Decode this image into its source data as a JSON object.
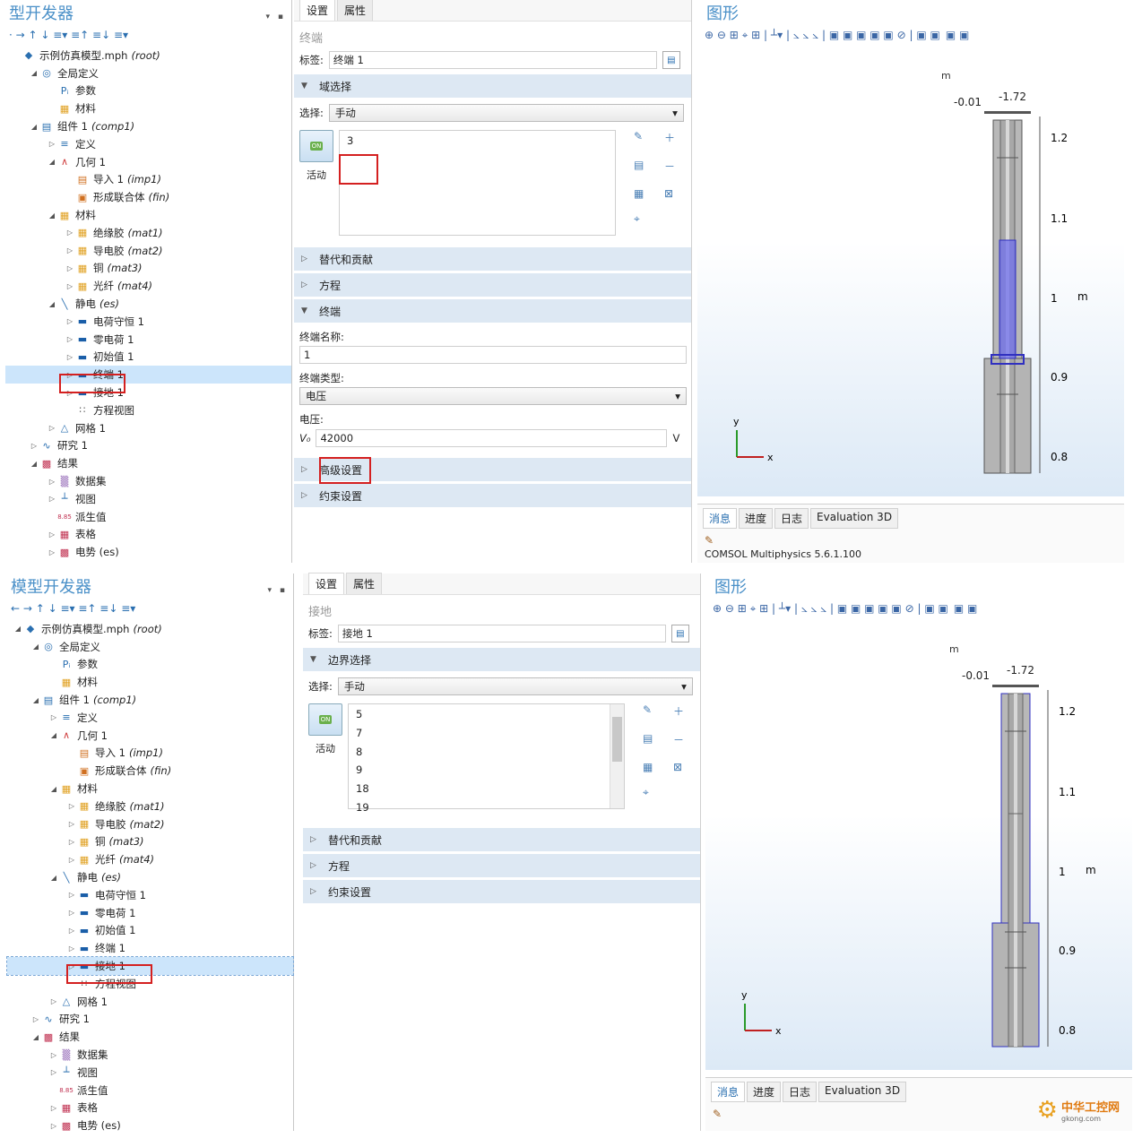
{
  "top": {
    "panel_title": "型开发器",
    "toolbar": "· → ↑ ↓ ≡▾ ≡↑ ≡↓ ≡▾",
    "tree": [
      {
        "d": 0,
        "e": "",
        "icon": "◆",
        "ic": "#2a6fb0",
        "label": "示例仿真模型.mph",
        "tag": "(root)"
      },
      {
        "d": 1,
        "e": "◢",
        "icon": "◎",
        "ic": "#2a6fb0",
        "label": "全局定义",
        "tag": ""
      },
      {
        "d": 2,
        "e": "",
        "icon": "Pᵢ",
        "ic": "#2a6fb0",
        "label": "参数",
        "tag": ""
      },
      {
        "d": 2,
        "e": "",
        "icon": "▦",
        "ic": "#e0a020",
        "label": "材料",
        "tag": ""
      },
      {
        "d": 1,
        "e": "◢",
        "icon": "▤",
        "ic": "#2a6fb0",
        "label": "组件 1",
        "tag": "(comp1)"
      },
      {
        "d": 2,
        "e": "▷",
        "icon": "≡",
        "ic": "#2a6fb0",
        "label": "定义",
        "tag": ""
      },
      {
        "d": 2,
        "e": "◢",
        "icon": "∧",
        "ic": "#d04040",
        "label": "几何 1",
        "tag": ""
      },
      {
        "d": 3,
        "e": "",
        "icon": "▤",
        "ic": "#d07020",
        "label": "导入 1",
        "tag": "(imp1)"
      },
      {
        "d": 3,
        "e": "",
        "icon": "▣",
        "ic": "#d07020",
        "label": "形成联合体",
        "tag": "(fin)"
      },
      {
        "d": 2,
        "e": "◢",
        "icon": "▦",
        "ic": "#e0a020",
        "label": "材料",
        "tag": ""
      },
      {
        "d": 3,
        "e": "▷",
        "icon": "▦",
        "ic": "#e0a020",
        "label": "绝缘胶",
        "tag": "(mat1)"
      },
      {
        "d": 3,
        "e": "▷",
        "icon": "▦",
        "ic": "#e0a020",
        "label": "导电胶",
        "tag": "(mat2)"
      },
      {
        "d": 3,
        "e": "▷",
        "icon": "▦",
        "ic": "#e0a020",
        "label": "铜",
        "tag": "(mat3)"
      },
      {
        "d": 3,
        "e": "▷",
        "icon": "▦",
        "ic": "#e0a020",
        "label": "光纤",
        "tag": "(mat4)"
      },
      {
        "d": 2,
        "e": "◢",
        "icon": "╲",
        "ic": "#2a6fb0",
        "label": "静电",
        "tag": "(es)"
      },
      {
        "d": 3,
        "e": "▷",
        "icon": "▬",
        "ic": "#1a5ea8",
        "label": "电荷守恒 1",
        "tag": ""
      },
      {
        "d": 3,
        "e": "▷",
        "icon": "▬",
        "ic": "#1a5ea8",
        "label": "零电荷 1",
        "tag": ""
      },
      {
        "d": 3,
        "e": "▷",
        "icon": "▬",
        "ic": "#1a5ea8",
        "label": "初始值 1",
        "tag": ""
      },
      {
        "d": 3,
        "e": "▷",
        "icon": "▬",
        "ic": "#1a5ea8",
        "label": "终端 1",
        "tag": "",
        "sel": 1
      },
      {
        "d": 3,
        "e": "▷",
        "icon": "▬",
        "ic": "#1a5ea8",
        "label": "接地 1",
        "tag": ""
      },
      {
        "d": 3,
        "e": "",
        "icon": "∷",
        "ic": "#555",
        "label": "方程视图",
        "tag": ""
      },
      {
        "d": 2,
        "e": "▷",
        "icon": "△",
        "ic": "#2a6fb0",
        "label": "网格 1",
        "tag": ""
      },
      {
        "d": 1,
        "e": "▷",
        "icon": "∿",
        "ic": "#2a6fb0",
        "label": "研究 1",
        "tag": ""
      },
      {
        "d": 1,
        "e": "◢",
        "icon": "▩",
        "ic": "#c03050",
        "label": "结果",
        "tag": ""
      },
      {
        "d": 2,
        "e": "▷",
        "icon": "▒",
        "ic": "#8a5ab0",
        "label": "数据集",
        "tag": ""
      },
      {
        "d": 2,
        "e": "▷",
        "icon": "┴",
        "ic": "#2a6fb0",
        "label": "视图",
        "tag": ""
      },
      {
        "d": 2,
        "e": "",
        "icon": "8.85",
        "ic": "#c03050",
        "label": "派生值",
        "tag": ""
      },
      {
        "d": 2,
        "e": "▷",
        "icon": "▦",
        "ic": "#c03050",
        "label": "表格",
        "tag": ""
      },
      {
        "d": 2,
        "e": "▷",
        "icon": "▩",
        "ic": "#c03050",
        "label": "电势 (es)",
        "tag": ""
      }
    ],
    "tabs": [
      "设置",
      "属性"
    ],
    "subtitle": "终端",
    "tag_label": "标签:",
    "tag_value": "终端 1",
    "sec_select": "域选择",
    "sel_label": "选择:",
    "sel_value": "手动",
    "list": [
      "3"
    ],
    "active_label": "活动",
    "on_text": "ON",
    "sections_mid": [
      "替代和贡献",
      "方程"
    ],
    "sec_term": "终端",
    "term_name_label": "终端名称:",
    "term_name_value": "1",
    "term_type_label": "终端类型:",
    "term_type_value": "电压",
    "voltage_label": "电压:",
    "v_sym": "V₀",
    "voltage_value": "42000",
    "v_unit": "V",
    "sections_end": [
      "高级设置",
      "约束设置"
    ],
    "gfx_title": "图形",
    "gfx_toolbar": "⊕ ⊖ ⊞ ⌖ ⊞ | ┴▾ | ⦣ ⦣ ⦣ | ▣ ▣ ▣ ▣ ▣ ⊘ | ▣ ▣",
    "gfx_toolbar2": "▣ ▣",
    "axis_m_top": "m",
    "xt1": "-0.01",
    "xt2": "-1.72",
    "yt": [
      "1.2",
      "1.1",
      "1",
      "0.9",
      "0.8"
    ],
    "axis_m_right": "m",
    "ax_y": "y",
    "ax_x": "x",
    "msg_tabs": [
      "消息",
      "进度",
      "日志",
      "Evaluation 3D"
    ],
    "msg_text": "COMSOL Multiphysics 5.6.1.100"
  },
  "bottom": {
    "panel_title": "模型开发器",
    "toolbar": "← → ↑ ↓ ≡▾ ≡↑ ≡↓ ≡▾",
    "tree": [
      {
        "d": 0,
        "e": "◢",
        "icon": "◆",
        "ic": "#2a6fb0",
        "label": "示例仿真模型.mph",
        "tag": "(root)"
      },
      {
        "d": 1,
        "e": "◢",
        "icon": "◎",
        "ic": "#2a6fb0",
        "label": "全局定义",
        "tag": ""
      },
      {
        "d": 2,
        "e": "",
        "icon": "Pᵢ",
        "ic": "#2a6fb0",
        "label": "参数",
        "tag": ""
      },
      {
        "d": 2,
        "e": "",
        "icon": "▦",
        "ic": "#e0a020",
        "label": "材料",
        "tag": ""
      },
      {
        "d": 1,
        "e": "◢",
        "icon": "▤",
        "ic": "#2a6fb0",
        "label": "组件 1",
        "tag": "(comp1)"
      },
      {
        "d": 2,
        "e": "▷",
        "icon": "≡",
        "ic": "#2a6fb0",
        "label": "定义",
        "tag": ""
      },
      {
        "d": 2,
        "e": "◢",
        "icon": "∧",
        "ic": "#d04040",
        "label": "几何 1",
        "tag": ""
      },
      {
        "d": 3,
        "e": "",
        "icon": "▤",
        "ic": "#d07020",
        "label": "导入 1",
        "tag": "(imp1)"
      },
      {
        "d": 3,
        "e": "",
        "icon": "▣",
        "ic": "#d07020",
        "label": "形成联合体",
        "tag": "(fin)"
      },
      {
        "d": 2,
        "e": "◢",
        "icon": "▦",
        "ic": "#e0a020",
        "label": "材料",
        "tag": ""
      },
      {
        "d": 3,
        "e": "▷",
        "icon": "▦",
        "ic": "#e0a020",
        "label": "绝缘胶",
        "tag": "(mat1)"
      },
      {
        "d": 3,
        "e": "▷",
        "icon": "▦",
        "ic": "#e0a020",
        "label": "导电胶",
        "tag": "(mat2)"
      },
      {
        "d": 3,
        "e": "▷",
        "icon": "▦",
        "ic": "#e0a020",
        "label": "铜",
        "tag": "(mat3)"
      },
      {
        "d": 3,
        "e": "▷",
        "icon": "▦",
        "ic": "#e0a020",
        "label": "光纤",
        "tag": "(mat4)"
      },
      {
        "d": 2,
        "e": "◢",
        "icon": "╲",
        "ic": "#2a6fb0",
        "label": "静电",
        "tag": "(es)"
      },
      {
        "d": 3,
        "e": "▷",
        "icon": "▬",
        "ic": "#1a5ea8",
        "label": "电荷守恒 1",
        "tag": ""
      },
      {
        "d": 3,
        "e": "▷",
        "icon": "▬",
        "ic": "#1a5ea8",
        "label": "零电荷 1",
        "tag": ""
      },
      {
        "d": 3,
        "e": "▷",
        "icon": "▬",
        "ic": "#1a5ea8",
        "label": "初始值 1",
        "tag": ""
      },
      {
        "d": 3,
        "e": "▷",
        "icon": "▬",
        "ic": "#1a5ea8",
        "label": "终端 1",
        "tag": ""
      },
      {
        "d": 3,
        "e": "▷",
        "icon": "▬",
        "ic": "#1a5ea8",
        "label": "接地 1",
        "tag": "",
        "sel": 2
      },
      {
        "d": 3,
        "e": "",
        "icon": "∷",
        "ic": "#555",
        "label": "方程视图",
        "tag": ""
      },
      {
        "d": 2,
        "e": "▷",
        "icon": "△",
        "ic": "#2a6fb0",
        "label": "网格 1",
        "tag": ""
      },
      {
        "d": 1,
        "e": "▷",
        "icon": "∿",
        "ic": "#2a6fb0",
        "label": "研究 1",
        "tag": ""
      },
      {
        "d": 1,
        "e": "◢",
        "icon": "▩",
        "ic": "#c03050",
        "label": "结果",
        "tag": ""
      },
      {
        "d": 2,
        "e": "▷",
        "icon": "▒",
        "ic": "#8a5ab0",
        "label": "数据集",
        "tag": ""
      },
      {
        "d": 2,
        "e": "▷",
        "icon": "┴",
        "ic": "#2a6fb0",
        "label": "视图",
        "tag": ""
      },
      {
        "d": 2,
        "e": "",
        "icon": "8.85",
        "ic": "#c03050",
        "label": "派生值",
        "tag": ""
      },
      {
        "d": 2,
        "e": "▷",
        "icon": "▦",
        "ic": "#c03050",
        "label": "表格",
        "tag": ""
      },
      {
        "d": 2,
        "e": "▷",
        "icon": "▩",
        "ic": "#c03050",
        "label": "电势 (es)",
        "tag": ""
      }
    ],
    "tabs": [
      "设置",
      "属性"
    ],
    "subtitle": "接地",
    "tag_label": "标签:",
    "tag_value": "接地 1",
    "sec_select": "边界选择",
    "sel_label": "选择:",
    "sel_value": "手动",
    "list": [
      "5",
      "7",
      "8",
      "9",
      "18",
      "19"
    ],
    "active_label": "活动",
    "on_text": "ON",
    "sections_mid": [
      "替代和贡献",
      "方程",
      "约束设置"
    ],
    "gfx_title": "图形",
    "gfx_toolbar": "⊕ ⊖ ⊞ ⌖ ⊞ | ┴▾ | ⦣ ⦣ ⦣ | ▣ ▣ ▣ ▣ ▣ ⊘ | ▣ ▣",
    "gfx_toolbar2": "▣ ▣",
    "axis_m_top": "m",
    "xt1": "-0.01",
    "xt2": "-1.72",
    "yt": [
      "1.2",
      "1.1",
      "1",
      "0.9",
      "0.8"
    ],
    "axis_m_right": "m",
    "ax_y": "y",
    "ax_x": "x",
    "msg_tabs": [
      "消息",
      "进度",
      "日志",
      "Evaluation 3D"
    ],
    "watermark_cn": "中华工控网",
    "watermark_url": "gkong.com"
  }
}
